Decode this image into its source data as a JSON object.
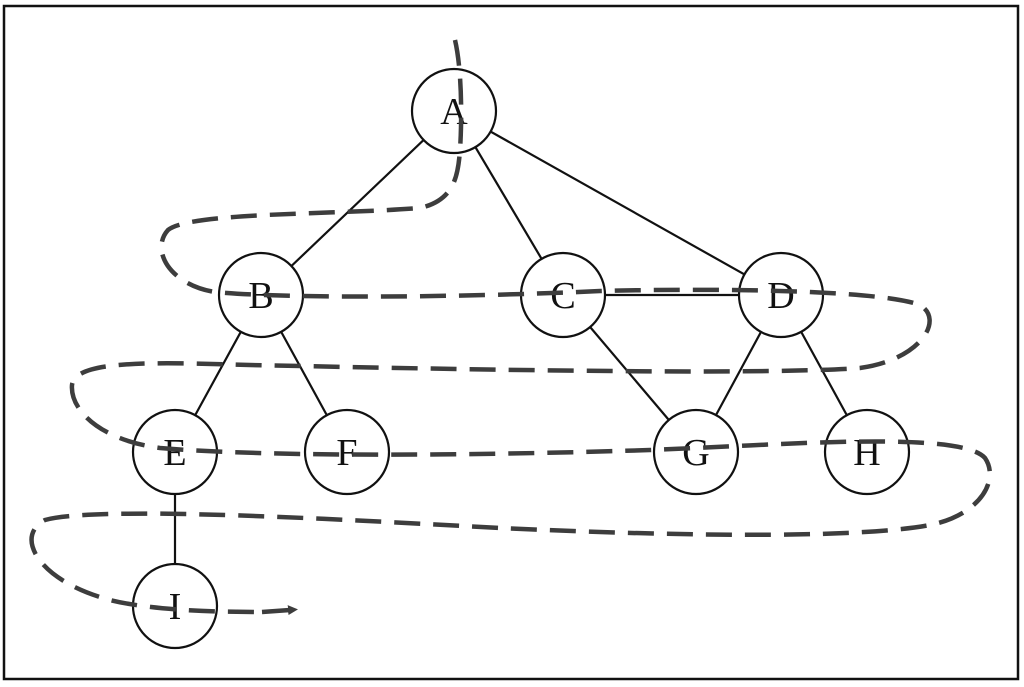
{
  "diagram": {
    "type": "graph-traversal",
    "nodes": [
      {
        "id": "A",
        "label": "A"
      },
      {
        "id": "B",
        "label": "B"
      },
      {
        "id": "C",
        "label": "C"
      },
      {
        "id": "D",
        "label": "D"
      },
      {
        "id": "E",
        "label": "E"
      },
      {
        "id": "F",
        "label": "F"
      },
      {
        "id": "G",
        "label": "G"
      },
      {
        "id": "H",
        "label": "H"
      },
      {
        "id": "I",
        "label": "I"
      }
    ],
    "edges": [
      [
        "A",
        "B"
      ],
      [
        "A",
        "C"
      ],
      [
        "A",
        "D"
      ],
      [
        "B",
        "E"
      ],
      [
        "B",
        "F"
      ],
      [
        "C",
        "D"
      ],
      [
        "C",
        "G"
      ],
      [
        "D",
        "G"
      ],
      [
        "D",
        "H"
      ],
      [
        "E",
        "I"
      ]
    ],
    "traversal_style": "dashed-arrow",
    "colors": {
      "node_stroke": "#111111",
      "node_fill": "#ffffff",
      "edge": "#111111",
      "traversal": "#3d3d3d"
    }
  }
}
